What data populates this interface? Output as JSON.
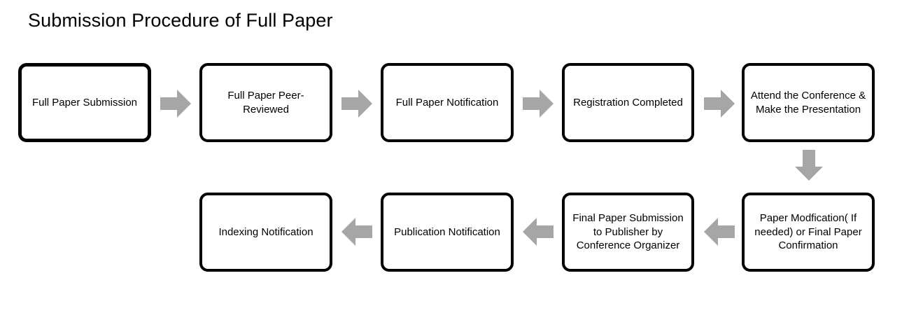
{
  "title": "Submission Procedure of Full Paper",
  "colors": {
    "node_border": "#000000",
    "node_fill": "#FFFFFF",
    "arrow_fill": "#A6A6A6",
    "text": "#000000"
  },
  "flow": {
    "row1": [
      {
        "id": "full-paper-submission",
        "label": "Full Paper Submission"
      },
      {
        "id": "full-paper-peer-reviewed",
        "label": "Full Paper Peer-Reviewed"
      },
      {
        "id": "full-paper-notification",
        "label": "Full Paper Notification"
      },
      {
        "id": "registration-completed",
        "label": "Registration Completed"
      },
      {
        "id": "attend-conference",
        "label": "Attend the Conference & Make the Presentation"
      }
    ],
    "row2": [
      {
        "id": "indexing-notification",
        "label": "Indexing Notification"
      },
      {
        "id": "publication-notification",
        "label": "Publication Notification"
      },
      {
        "id": "final-paper-submission",
        "label": "Final Paper Submission to Publisher by Conference Organizer"
      },
      {
        "id": "paper-modification",
        "label": "Paper Modfication( If needed) or Final Paper Confirmation"
      }
    ],
    "arrows": [
      {
        "id": "arrow-1",
        "direction": "right",
        "from": "full-paper-submission",
        "to": "full-paper-peer-reviewed"
      },
      {
        "id": "arrow-2",
        "direction": "right",
        "from": "full-paper-peer-reviewed",
        "to": "full-paper-notification"
      },
      {
        "id": "arrow-3",
        "direction": "right",
        "from": "full-paper-notification",
        "to": "registration-completed"
      },
      {
        "id": "arrow-4",
        "direction": "right",
        "from": "registration-completed",
        "to": "attend-conference"
      },
      {
        "id": "arrow-5",
        "direction": "down",
        "from": "attend-conference",
        "to": "paper-modification"
      },
      {
        "id": "arrow-6",
        "direction": "left",
        "from": "paper-modification",
        "to": "final-paper-submission"
      },
      {
        "id": "arrow-7",
        "direction": "left",
        "from": "final-paper-submission",
        "to": "publication-notification"
      },
      {
        "id": "arrow-8",
        "direction": "left",
        "from": "publication-notification",
        "to": "indexing-notification"
      }
    ]
  }
}
